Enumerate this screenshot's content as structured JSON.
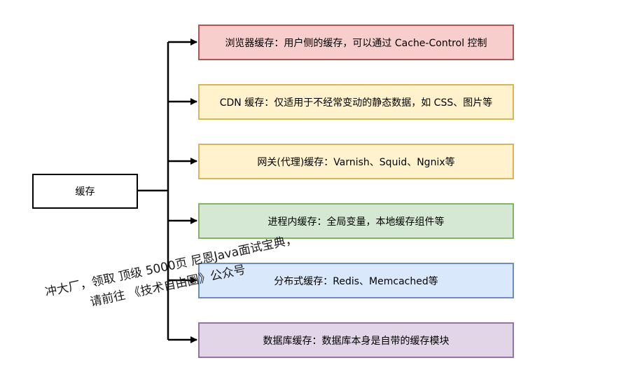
{
  "diagram": {
    "root": {
      "label": "缓存"
    },
    "children": [
      {
        "label": "浏览器缓存：用户侧的缓存，可以通过 Cache-Control 控制",
        "fill": "#f8cecc",
        "stroke": "#b85450"
      },
      {
        "label": "CDN 缓存：仅适用于不经常变动的静态数据，如 CSS、图片等",
        "fill": "#fff2cc",
        "stroke": "#d6b656"
      },
      {
        "label": "网关(代理)缓存：Varnish、Squid、Ngnix等",
        "fill": "#fff2cc",
        "stroke": "#d6b656"
      },
      {
        "label": "进程内缓存：全局变量，本地缓存组件等",
        "fill": "#d5e8d4",
        "stroke": "#82b366"
      },
      {
        "label": "分布式缓存：Redis、Memcached等",
        "fill": "#dae8fc",
        "stroke": "#6c8ebf"
      },
      {
        "label": "数据库缓存：数据库本身是自带的缓存模块",
        "fill": "#e1d5e7",
        "stroke": "#9673a6"
      }
    ]
  },
  "watermark": {
    "line1": "冲大厂，领取 顶级 5000页 尼恩Java面试宝典，",
    "line2": "请前往 《技术自由圈》公众号"
  }
}
